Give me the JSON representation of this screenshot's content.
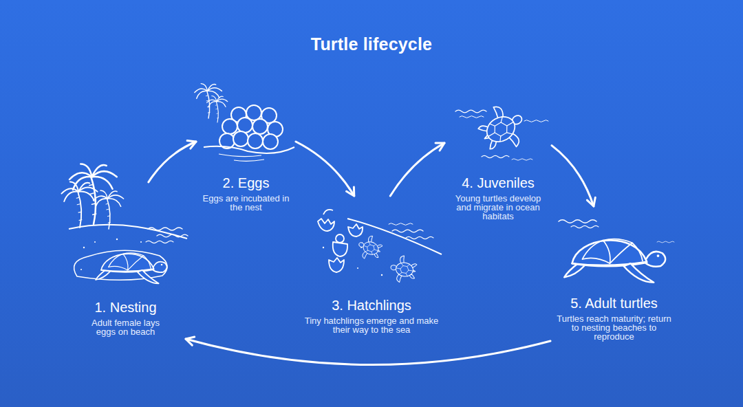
{
  "diagram": {
    "title": "Turtle lifecycle",
    "nodes": [
      {
        "text": [
          "1. Nesting",
          "Adult female lays eggs on beach"
        ]
      },
      {
        "text": [
          "2. Eggs",
          "Eggs are incubated in the nest"
        ]
      },
      {
        "text": [
          "3. Hatchlings",
          "Tiny hatchlings emerge and make their way to the sea"
        ]
      },
      {
        "text": [
          "4. Juveniles",
          "Young turtles develop and migrate in ocean habitats"
        ]
      },
      {
        "text": [
          "5. Adult turtles",
          "Turtles reach maturity; return to nesting beaches to reproduce"
        ]
      }
    ],
    "edges": [
      {
        "from": 0,
        "to": 1,
        "arrow": "to"
      },
      {
        "from": 1,
        "to": 2,
        "arrow": "to"
      },
      {
        "from": 2,
        "to": 3,
        "arrow": "to"
      },
      {
        "from": 3,
        "to": 4,
        "arrow": "to"
      },
      {
        "from": 4,
        "to": 0,
        "arrow": "to"
      }
    ]
  }
}
